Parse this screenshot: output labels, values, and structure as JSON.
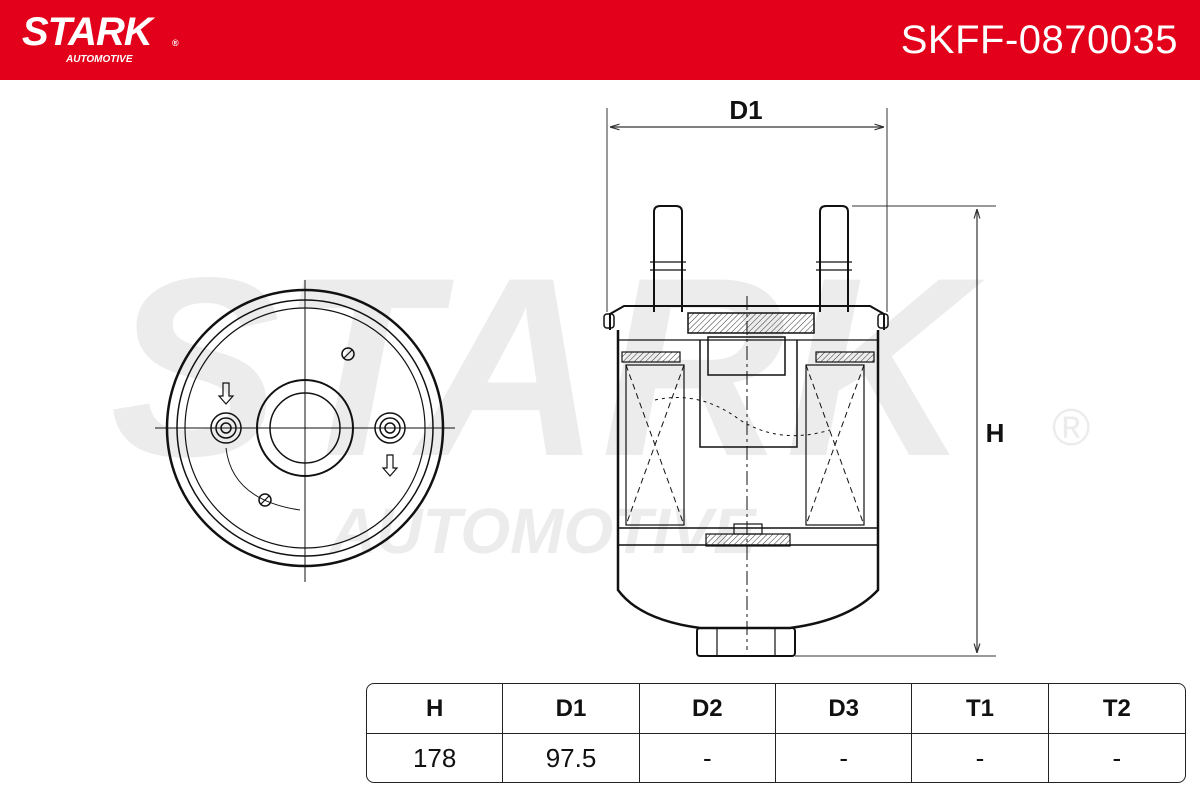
{
  "header": {
    "brand": "STARK",
    "brand_sub": "AUTOMOTIVE",
    "registered_mark": "®",
    "part_number": "SKFF-0870035",
    "color": "#e2001a"
  },
  "drawing": {
    "watermark_main": "STARK",
    "watermark_sub": "AUTOMOTIVE",
    "watermark_reg": "®",
    "label_d1": "D1",
    "label_h": "H"
  },
  "table": {
    "headers": [
      "H",
      "D1",
      "D2",
      "D3",
      "T1",
      "T2"
    ],
    "values": [
      "178",
      "97.5",
      "-",
      "-",
      "-",
      "-"
    ]
  }
}
